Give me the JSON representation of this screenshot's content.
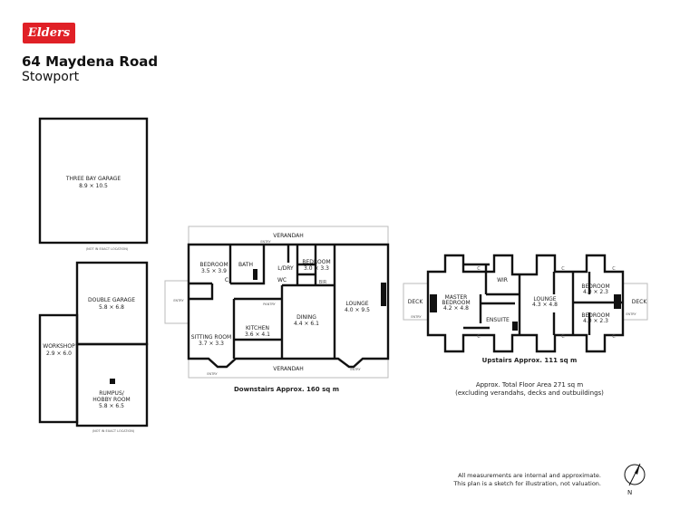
{
  "brand": {
    "logo_text": "Elders",
    "color": "#e02026"
  },
  "property": {
    "address": "64 Maydena Road",
    "suburb": "Stowport"
  },
  "outbuildings": {
    "three_bay_garage": {
      "name": "THREE BAY GARAGE",
      "size": "8.9 × 10.5"
    },
    "double_garage": {
      "name": "DOUBLE GARAGE",
      "size": "5.8 × 6.8"
    },
    "workshop": {
      "name": "WORKSHOP",
      "size": "2.9 × 6.0"
    },
    "rumpus": {
      "name": "RUMPUS/",
      "name2": "HOBBY ROOM",
      "size": "5.8 × 6.5"
    },
    "location_note": "(NOT IN EXACT LOCATION)"
  },
  "downstairs": {
    "caption": "Downstairs Approx. 160 sq m",
    "verandah": "VERANDAH",
    "entry": "ENTRY",
    "pantry": "PANTRY",
    "rooms": {
      "bedroom1": {
        "name": "BEDROOM",
        "size": "3.5 × 3.9"
      },
      "bath": {
        "name": "BATH"
      },
      "ldry": {
        "name": "L/DRY"
      },
      "wc": {
        "name": "WC"
      },
      "bedroom2": {
        "name": "BEDROOM",
        "size": "3.0 × 3.3"
      },
      "bir": {
        "name": "BIR"
      },
      "c": {
        "name": "C"
      },
      "lounge": {
        "name": "LOUNGE",
        "size": "4.0 × 9.5"
      },
      "dining": {
        "name": "DINING",
        "size": "4.4 × 6.1"
      },
      "kitchen": {
        "name": "KITCHEN",
        "size": "3.6 × 4.1"
      },
      "sitting": {
        "name": "SITTING ROOM",
        "size": "3.7 × 3.3"
      }
    }
  },
  "upstairs": {
    "caption": "Upstairs Approx. 111 sq m",
    "deck": "DECK",
    "entry": "ENTRY",
    "c": "C",
    "rooms": {
      "master": {
        "name": "MASTER",
        "name2": "BEDROOM",
        "size": "4.2 × 4.8"
      },
      "wir": {
        "name": "WIR"
      },
      "ensuite": {
        "name": "ENSUITE"
      },
      "lounge": {
        "name": "LOUNGE",
        "size": "4.3 × 4.8"
      },
      "bedroom1": {
        "name": "BEDROOM",
        "size": "4.0 × 2.3"
      },
      "bedroom2": {
        "name": "BEDROOM",
        "size": "4.0 × 2.3"
      }
    }
  },
  "total": {
    "line1": "Approx. Total Floor Area 271 sq m",
    "line2": "(excluding verandahs, decks and outbuildings)"
  },
  "disclaimer": {
    "line1": "All measurements are internal and approximate.",
    "line2": "This plan is a sketch for illustration, not valuation."
  },
  "compass": {
    "label": "N",
    "icon": "north-arrow-icon"
  }
}
